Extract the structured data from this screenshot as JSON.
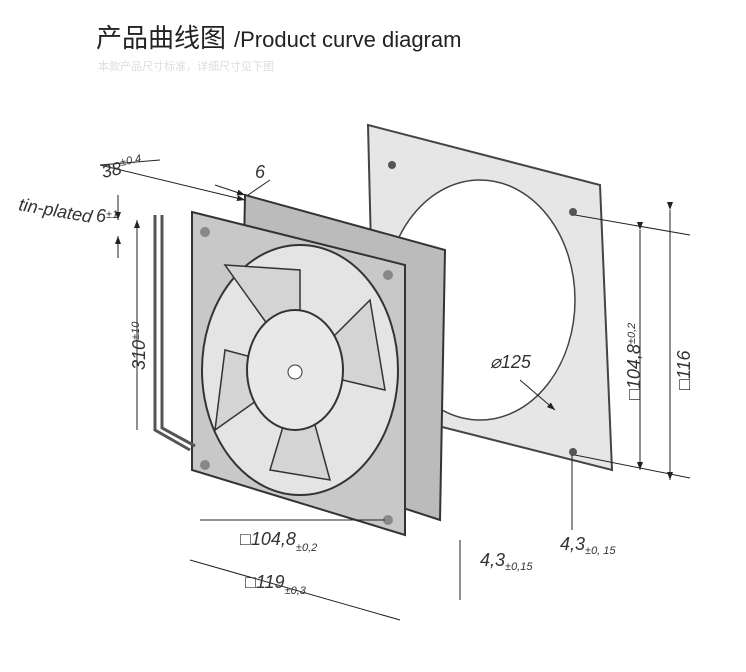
{
  "header": {
    "title_cn": "产品曲线图",
    "title_en": "/Product curve diagram",
    "subtitle": "本款产品尺寸标准，详细尺寸见下图"
  },
  "labels": {
    "tin_plated": "tin-plated",
    "depth": "38",
    "depth_tol": "±0.4",
    "flange": "6",
    "lead_strip": "6",
    "lead_strip_tol": "±1",
    "lead_length": "310",
    "lead_length_tol": "±10",
    "hole_dia": "⌀125",
    "hole_pitch_v": "□104,8",
    "hole_pitch_v_tol": "±0,2",
    "size_v": "□116",
    "hole_pitch_h": "□104,8",
    "hole_pitch_h_tol": "±0,2",
    "size_h": "□119",
    "size_h_tol": "±0,3",
    "hole_d1": "4,3",
    "hole_d1_tol": "±0,15",
    "hole_d2": "4,3",
    "hole_d2_tol": "±0, 15"
  }
}
